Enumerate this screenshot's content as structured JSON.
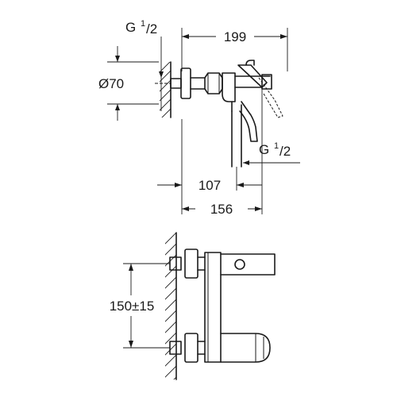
{
  "dimensions": {
    "overall_length": "199",
    "inlet_thread_top_G": "G",
    "inlet_thread_top_num": "1",
    "inlet_thread_top_den": "/2",
    "escutcheon_diameter": "Ø70",
    "outlet_thread_G": "G",
    "outlet_thread_num": "1",
    "outlet_thread_den": "/2",
    "spout_offset": "107",
    "handle_offset": "156",
    "inlet_centers": "150±15"
  }
}
